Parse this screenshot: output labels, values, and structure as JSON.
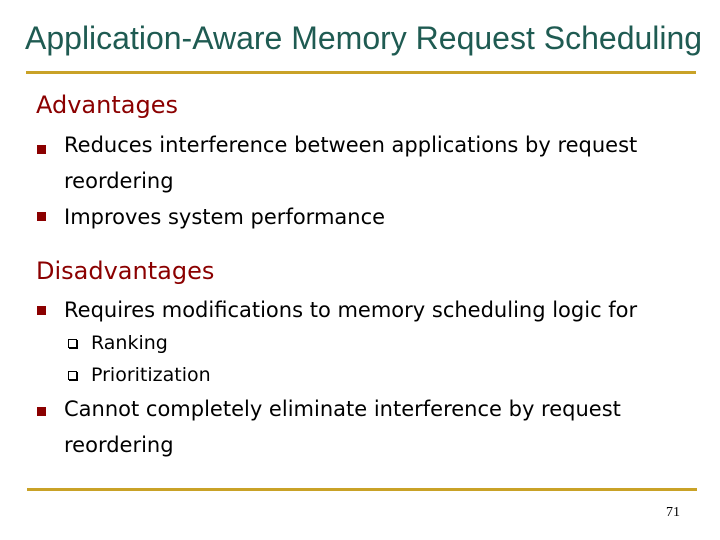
{
  "slide": {
    "title": "Application-Aware Memory Request Scheduling",
    "advantages": {
      "heading": "Advantages",
      "items": [
        "Reduces interference between applications by request reordering",
        "Improves system performance"
      ]
    },
    "disadvantages": {
      "heading": "Disadvantages",
      "items": [
        "Requires modifications to memory scheduling logic for",
        "Cannot completely eliminate interference by request reordering"
      ],
      "subitems": [
        "Ranking",
        "Prioritization"
      ]
    },
    "page_number": "71",
    "colors": {
      "title": "#1f5b52",
      "heading": "#8b0000",
      "rule": "#c9a227"
    }
  }
}
